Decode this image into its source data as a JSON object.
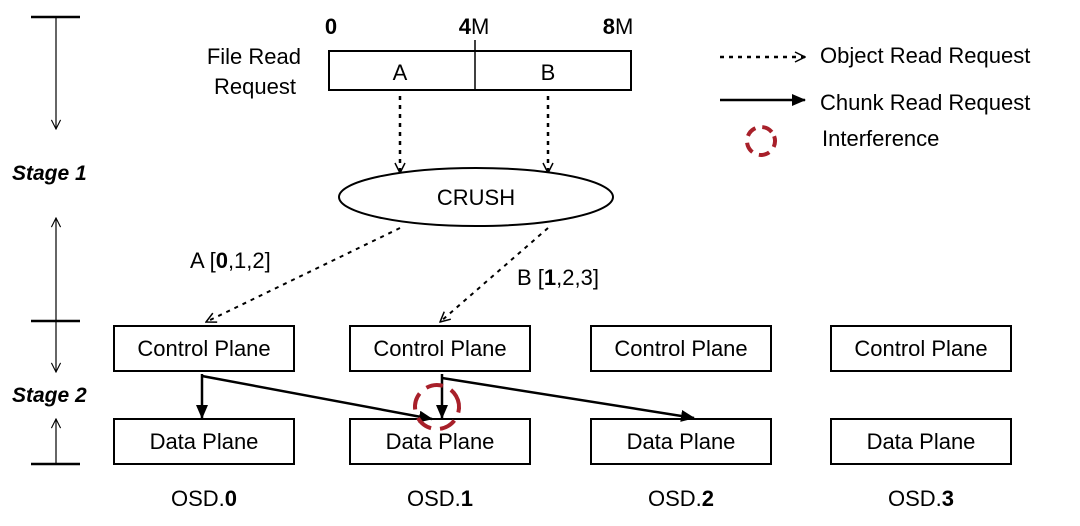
{
  "stages": {
    "stage1": "Stage 1",
    "stage2": "Stage 2"
  },
  "file_request": {
    "label_line1": "File Read",
    "label_line2": "Request",
    "ticks": {
      "start": "0",
      "mid_num": "4",
      "mid_unit": "M",
      "end_num": "8",
      "end_unit": "M"
    },
    "segments": [
      "A",
      "B"
    ]
  },
  "crush": {
    "label": "CRUSH"
  },
  "placements": {
    "a": {
      "prefix": "A [",
      "primary": "0",
      "rest": ",1,2]"
    },
    "b": {
      "prefix": "B [",
      "primary": "1",
      "rest": ",2,3]"
    }
  },
  "osds": [
    {
      "control": "Control Plane",
      "data": "Data Plane",
      "name_prefix": "OSD.",
      "name_num": "0"
    },
    {
      "control": "Control Plane",
      "data": "Data Plane",
      "name_prefix": "OSD.",
      "name_num": "1"
    },
    {
      "control": "Control Plane",
      "data": "Data Plane",
      "name_prefix": "OSD.",
      "name_num": "2"
    },
    {
      "control": "Control Plane",
      "data": "Data Plane",
      "name_prefix": "OSD.",
      "name_num": "3"
    }
  ],
  "legend": {
    "object_read": "Object Read Request",
    "chunk_read": "Chunk Read Request",
    "interference": "Interference"
  },
  "colors": {
    "interference": "#a8202a",
    "line": "#000000"
  }
}
